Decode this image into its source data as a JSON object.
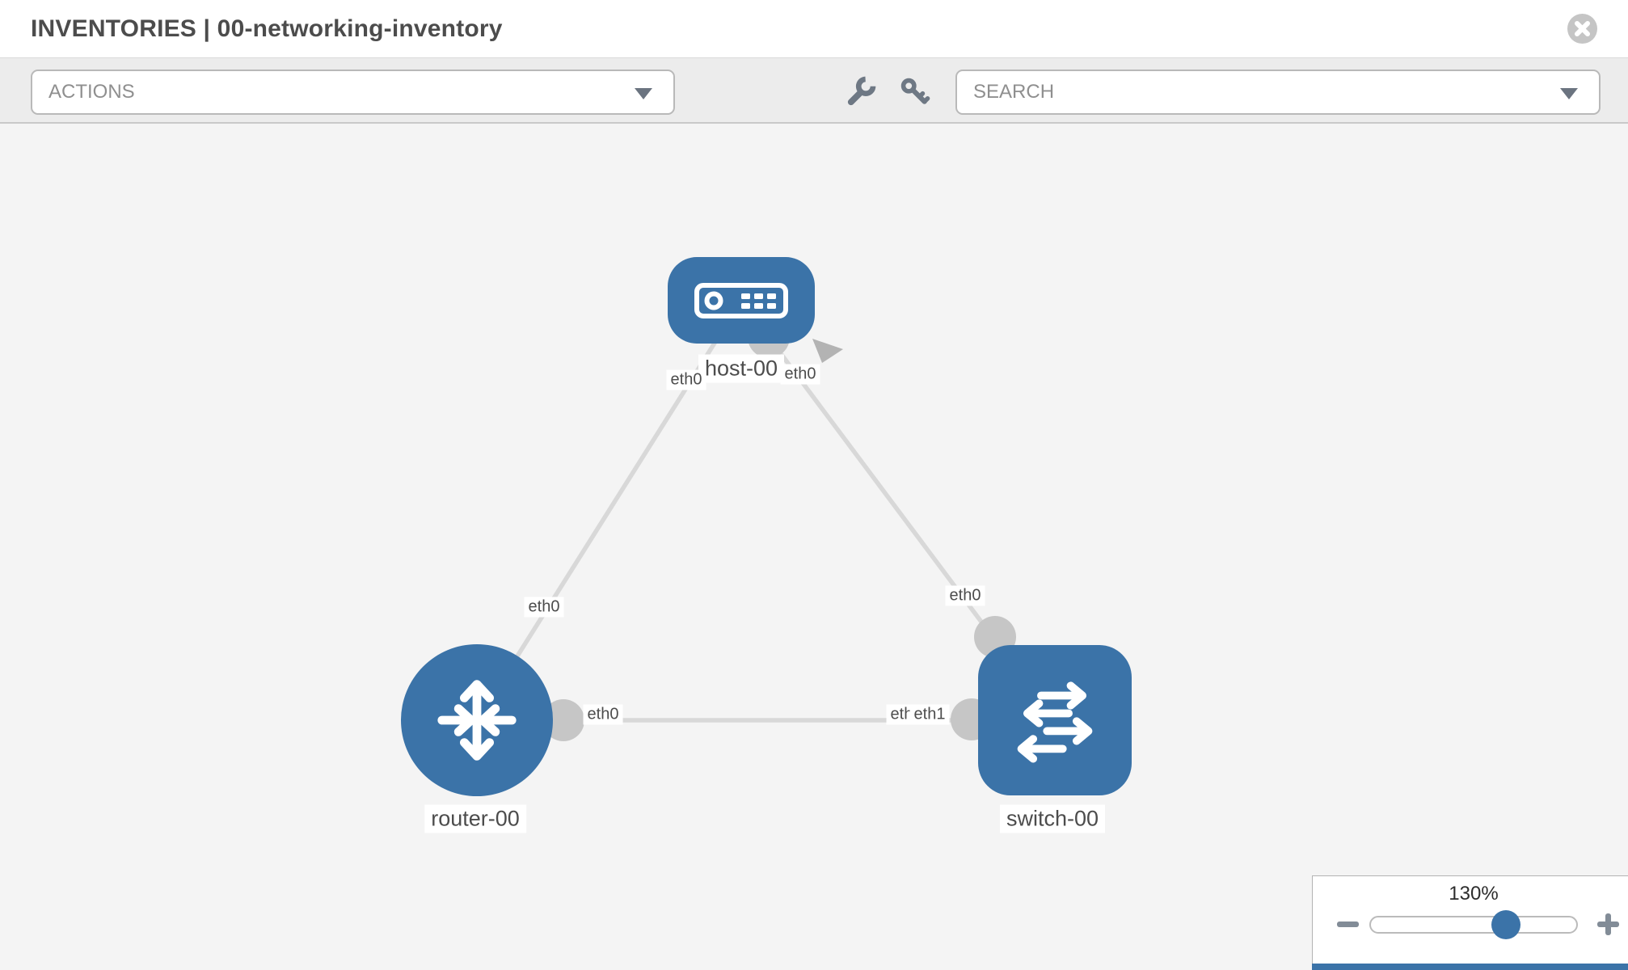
{
  "window": {
    "title": "INVENTORIES | 00-networking-inventory",
    "close_icon": "circle-x-icon"
  },
  "toolbar": {
    "actions_placeholder": "ACTIONS",
    "search_placeholder": "SEARCH",
    "tool_icons": [
      "wrench-icon",
      "key-icon"
    ]
  },
  "topology": {
    "nodes": [
      {
        "label": "host-00",
        "type": "host",
        "icon": "host-icon"
      },
      {
        "label": "router-00",
        "type": "router",
        "icon": "router-icon"
      },
      {
        "label": "switch-00",
        "type": "switch",
        "icon": "switch-icon"
      }
    ],
    "links": [
      {
        "from": "host-00",
        "to": "router-00",
        "from_interface": "eth0",
        "to_interface": "eth0"
      },
      {
        "from": "host-00",
        "to": "switch-00",
        "from_interface": "eth0",
        "to_interface": "eth0"
      },
      {
        "from": "router-00",
        "to": "switch-00",
        "from_interface": "eth0",
        "to_interface": "eth1"
      }
    ],
    "overlap_labels": {
      "under": "eth0",
      "over": "eth1"
    }
  },
  "zoom_panel": {
    "level": "130%",
    "minus_icon": "minus-icon",
    "plus_icon": "plus-icon"
  },
  "colors": {
    "node_blue": "#3b73a8",
    "link_gray": "#d8d8d8",
    "dot_gray": "#c6c6c6",
    "toolbar_gray": "#ececec",
    "canvas_gray": "#f4f4f4",
    "accent_strip_blue": "#3b73a8"
  }
}
